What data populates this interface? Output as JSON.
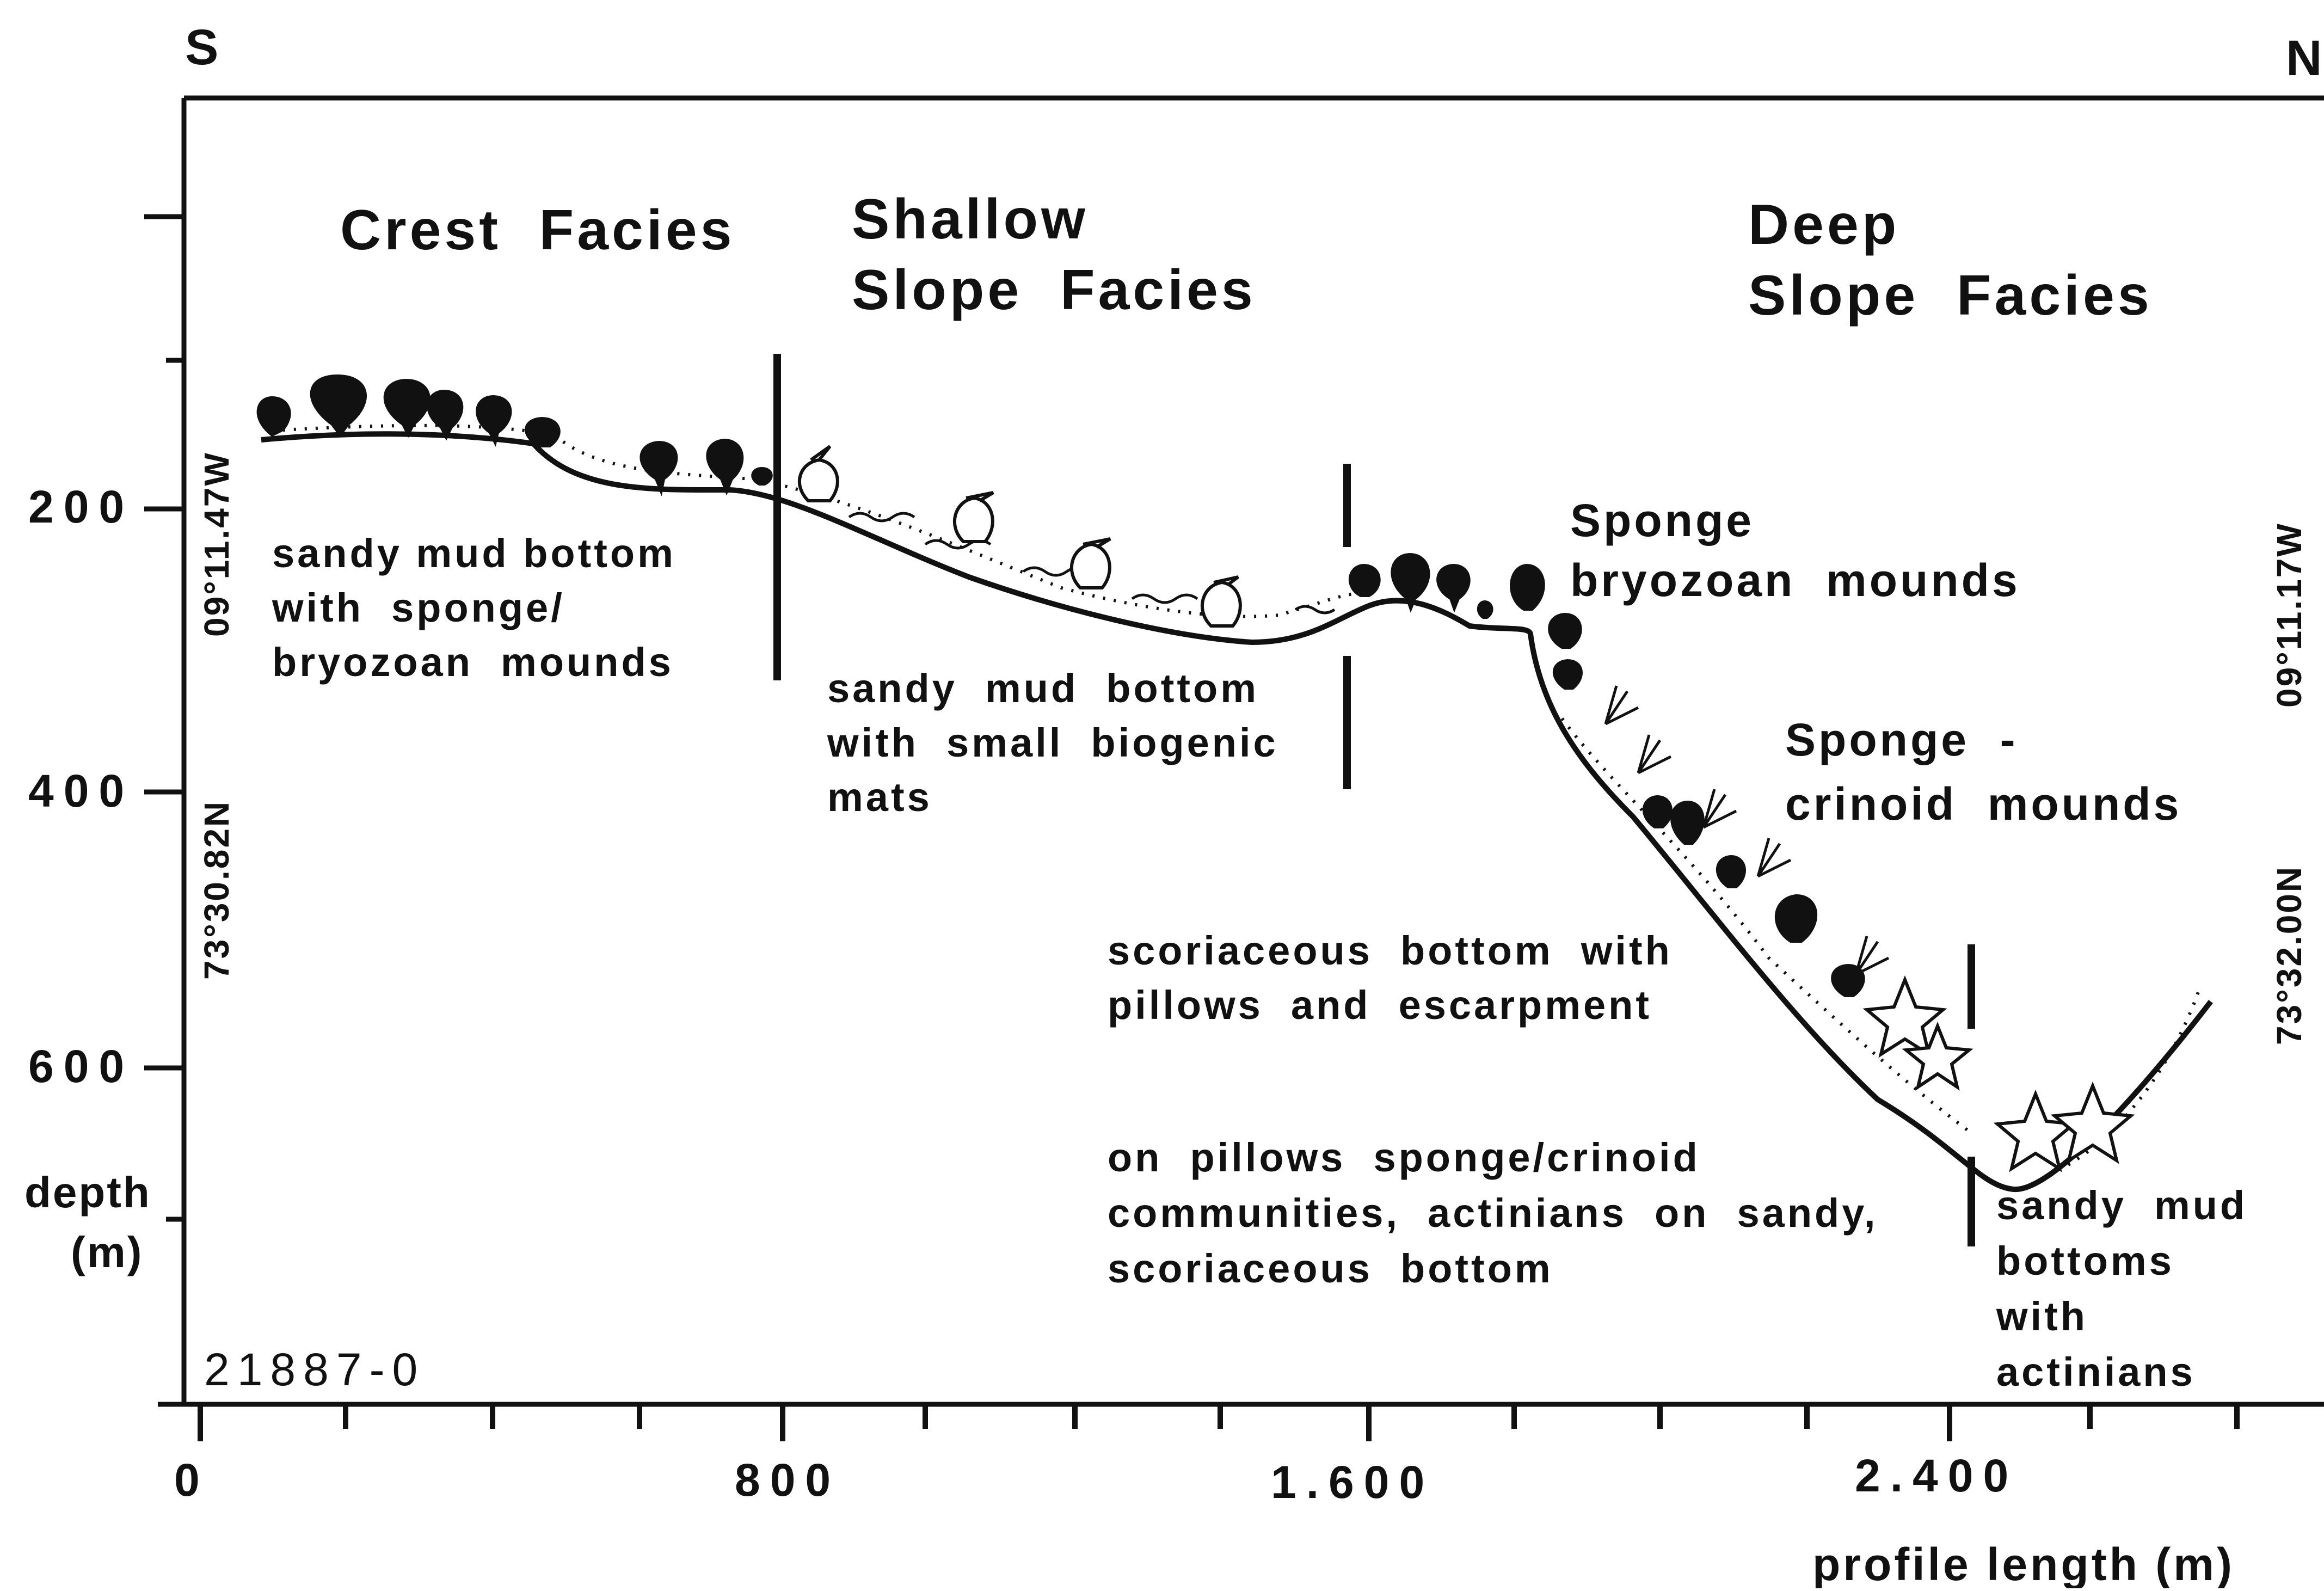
{
  "compass": {
    "left": "S",
    "right": "N"
  },
  "sample_id": "21887-0",
  "facies": [
    {
      "lines": [
        "Crest  Facies"
      ]
    },
    {
      "lines": [
        "Shallow",
        "Slope  Facies"
      ]
    },
    {
      "lines": [
        "Deep",
        "Slope  Facies"
      ]
    }
  ],
  "y_axis": {
    "label_line1": "depth",
    "label_line2": "(m)",
    "ticks": [
      "200",
      "400",
      "600"
    ]
  },
  "x_axis": {
    "label": "profile  length  (m)",
    "ticks": [
      "0",
      "800",
      "1.600",
      "2.400"
    ]
  },
  "coordinates": {
    "left_top": "09°11.47W",
    "left_bottom": "73°30.82N",
    "right_top": "09°11.17W",
    "right_bottom": "73°32.00N"
  },
  "annotations": {
    "crest_bottom": [
      "sandy mud bottom",
      "with  sponge/",
      "bryozoan  mounds"
    ],
    "shallow_bottom": [
      "sandy  mud  bottom",
      "with  small  biogenic",
      "mats"
    ],
    "sponge_bryozoan": [
      "Sponge",
      "bryozoan  mounds"
    ],
    "sponge_crinoid": [
      "Sponge  -",
      "crinoid  mounds"
    ],
    "scoriaceous": [
      "scoriaceous  bottom  with",
      "pillows  and  escarpment"
    ],
    "pillows": [
      "on  pillows  sponge/crinoid",
      "communities,  actinians  on  sandy,",
      "scoriaceous  bottom"
    ],
    "sandy_mud_actinians": [
      "sandy  mud",
      "bottoms",
      "with",
      "actinians"
    ]
  }
}
